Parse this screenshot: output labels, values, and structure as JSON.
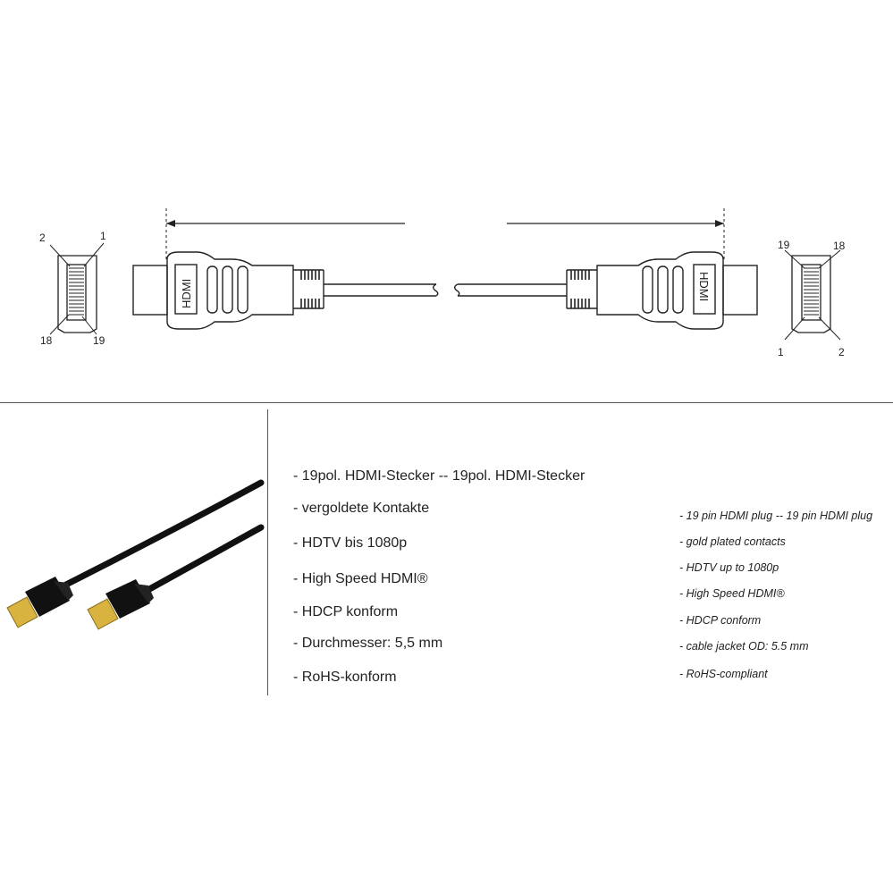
{
  "diagram": {
    "left_connector": {
      "pin_labels": [
        "2",
        "1",
        "18",
        "19"
      ]
    },
    "right_connector": {
      "pin_labels": [
        "19",
        "18",
        "1",
        "2"
      ]
    },
    "plug_label": "HDMI"
  },
  "features_de": [
    "- 19pol. HDMI-Stecker -- 19pol. HDMI-Stecker",
    "- vergoldete Kontakte",
    "- HDTV bis 1080p",
    "- High Speed HDMI®",
    "- HDCP konform",
    "- Durchmesser: 5,5 mm",
    "- RoHS-konform"
  ],
  "features_en": [
    "- 19 pin HDMI plug -- 19 pin HDMI plug",
    "- gold plated contacts",
    "- HDTV up to 1080p",
    "- High Speed HDMI®",
    "- HDCP conform",
    "- cable jacket OD: 5.5 mm",
    "- RoHS-compliant"
  ],
  "colors": {
    "line": "#222222",
    "cable": "#111111",
    "gold": "#d9b340"
  }
}
